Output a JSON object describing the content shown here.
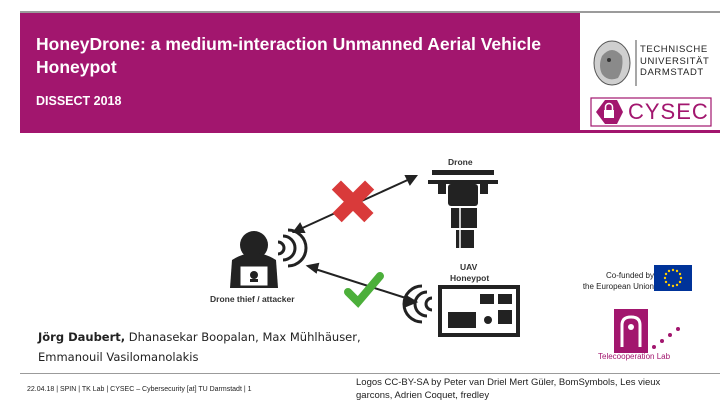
{
  "header": {
    "title": "HoneyDrone: a medium-interaction Unmanned Aerial Vehicle Honeypot",
    "subtitle": "DISSECT 2018",
    "tud_logo_lines": [
      "TECHNISCHE",
      "UNIVERSITÄT",
      "DARMSTADT"
    ],
    "cysec_label": "CYSEC"
  },
  "diagram": {
    "drone_label": "Drone",
    "honeypot_label_line1": "UAV",
    "honeypot_label_line2": "Honeypot",
    "attacker_label": "Drone thief / attacker"
  },
  "funding": {
    "line1": "Co-funded by",
    "line2": "the European Union"
  },
  "authors": {
    "first": "Jörg Daubert,",
    "rest": " Dhanasekar Boopalan, Max Mühlhäuser, Emmanouil Vasilomanolakis"
  },
  "tk_logo_label": "Telecooperation Lab",
  "footer": {
    "text": "22.04.18  |  SPIN | TK Lab | CYSEC – Cybersecurity [at] TU Darmstadt |  1"
  },
  "credits": "Logos CC-BY-SA by Peter van Driel Mert Güler, BomSymbols, Les vieux garcons, Adrien Coquet, fredley",
  "colors": {
    "brand": "#a2166e",
    "cross": "#d93a3a",
    "check": "#4caf3a",
    "eu_blue": "#003399"
  }
}
